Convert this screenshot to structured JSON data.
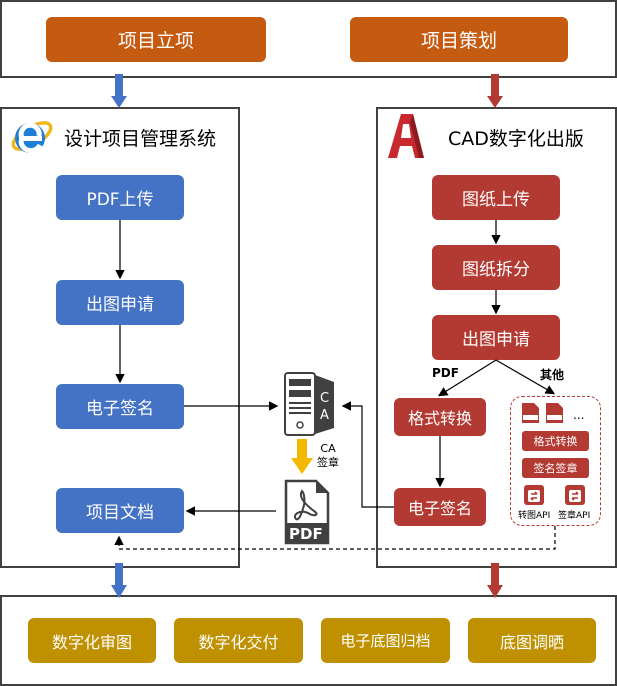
{
  "top": {
    "project_initiation": "项目立项",
    "project_planning": "项目策划"
  },
  "left_panel": {
    "title": "设计项目管理系统",
    "icon": "ie-browser-icon",
    "steps": [
      "PDF上传",
      "出图申请",
      "电子签名",
      "项目文档"
    ],
    "color": "#4472c4"
  },
  "right_panel": {
    "title": "CAD数字化出版",
    "icon": "autocad-icon",
    "steps": [
      "图纸上传",
      "图纸拆分",
      "出图申请",
      "格式转换",
      "电子签名"
    ],
    "branch_pdf_label": "PDF",
    "branch_other_label": "其他",
    "other_group": {
      "file_icons": [
        "dwf-file-icon",
        "dwf-file-icon"
      ],
      "ellipsis": "...",
      "format_convert": "格式转换",
      "sign_seal": "签名签章",
      "apis": [
        "转图API",
        "签章API"
      ]
    },
    "color": "#b33a32"
  },
  "middle": {
    "ca_server_label": "C A",
    "ca_seal_label_1": "CA",
    "ca_seal_label_2": "签章",
    "pdf_label": "PDF"
  },
  "bottom": {
    "items": [
      "数字化审图",
      "数字化交付",
      "电子底图归档",
      "底图调晒"
    ],
    "color": "#bf9000"
  }
}
